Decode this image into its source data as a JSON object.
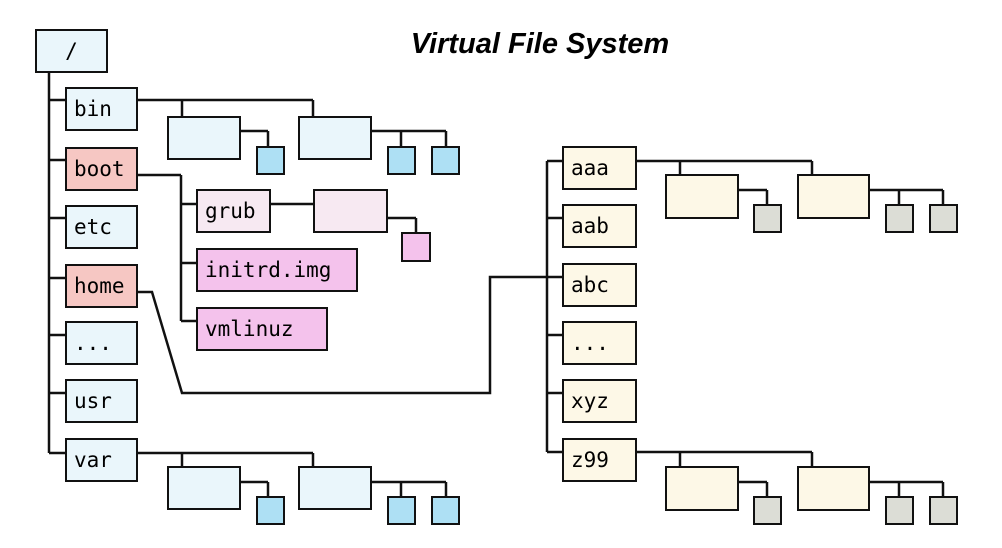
{
  "title": "Virtual File System",
  "root": "/",
  "root_children": [
    "bin",
    "boot",
    "etc",
    "home",
    "...",
    "usr",
    "var"
  ],
  "highlighted": [
    "boot",
    "home"
  ],
  "boot_children": [
    "grub",
    "initrd.img",
    "vmlinuz"
  ],
  "home_children": [
    "aaa",
    "aab",
    "abc",
    "...",
    "xyz",
    "z99"
  ],
  "colors": {
    "line": "#111111",
    "light_blue": "#eaf6fb",
    "cyan": "#aee0f4",
    "highlight_red": "#f6c7c3",
    "grub_pink": "#f7e9f2",
    "pink": "#f4c2ec",
    "cream": "#fdf8e7",
    "gray": "#dcddd6"
  }
}
